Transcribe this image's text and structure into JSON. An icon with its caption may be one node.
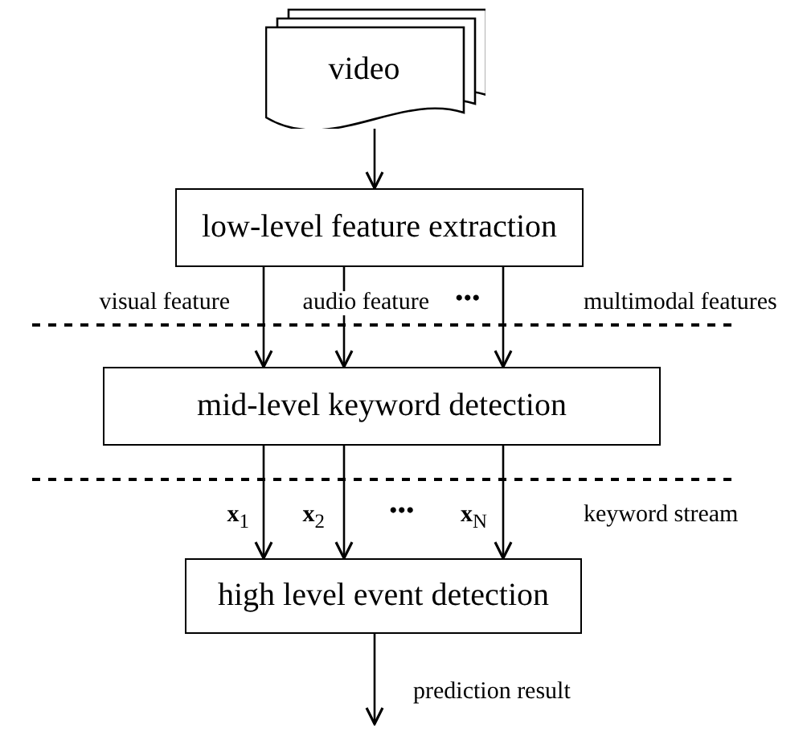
{
  "diagram": {
    "nodes": [
      {
        "text": [
          "video"
        ]
      },
      {
        "text": [
          "low-level feature extraction"
        ]
      },
      {
        "text": [
          "mid-level keyword detection"
        ]
      },
      {
        "text": [
          "high level event detection"
        ]
      }
    ],
    "edges": [
      {
        "from": 0,
        "to": 1,
        "arrow": "to"
      },
      {
        "from": 1,
        "to": 2,
        "arrow": "to",
        "label": "visual feature"
      },
      {
        "from": 1,
        "to": 2,
        "arrow": "to",
        "label": "audio feature"
      },
      {
        "from": 1,
        "to": 2,
        "arrow": "to"
      },
      {
        "from": 2,
        "to": 3,
        "arrow": "to",
        "label": "**x**$_{1}$"
      },
      {
        "from": 2,
        "to": 3,
        "arrow": "to",
        "label": "**x**$_{2}$"
      },
      {
        "from": 2,
        "to": 3,
        "arrow": "to",
        "label": "**x**$_{N}$"
      },
      {
        "from": 3,
        "to": null,
        "arrow": "to",
        "label": "prediction result"
      }
    ],
    "labels": [
      "•••",
      "multimodal features",
      "•••",
      "keyword stream"
    ]
  }
}
